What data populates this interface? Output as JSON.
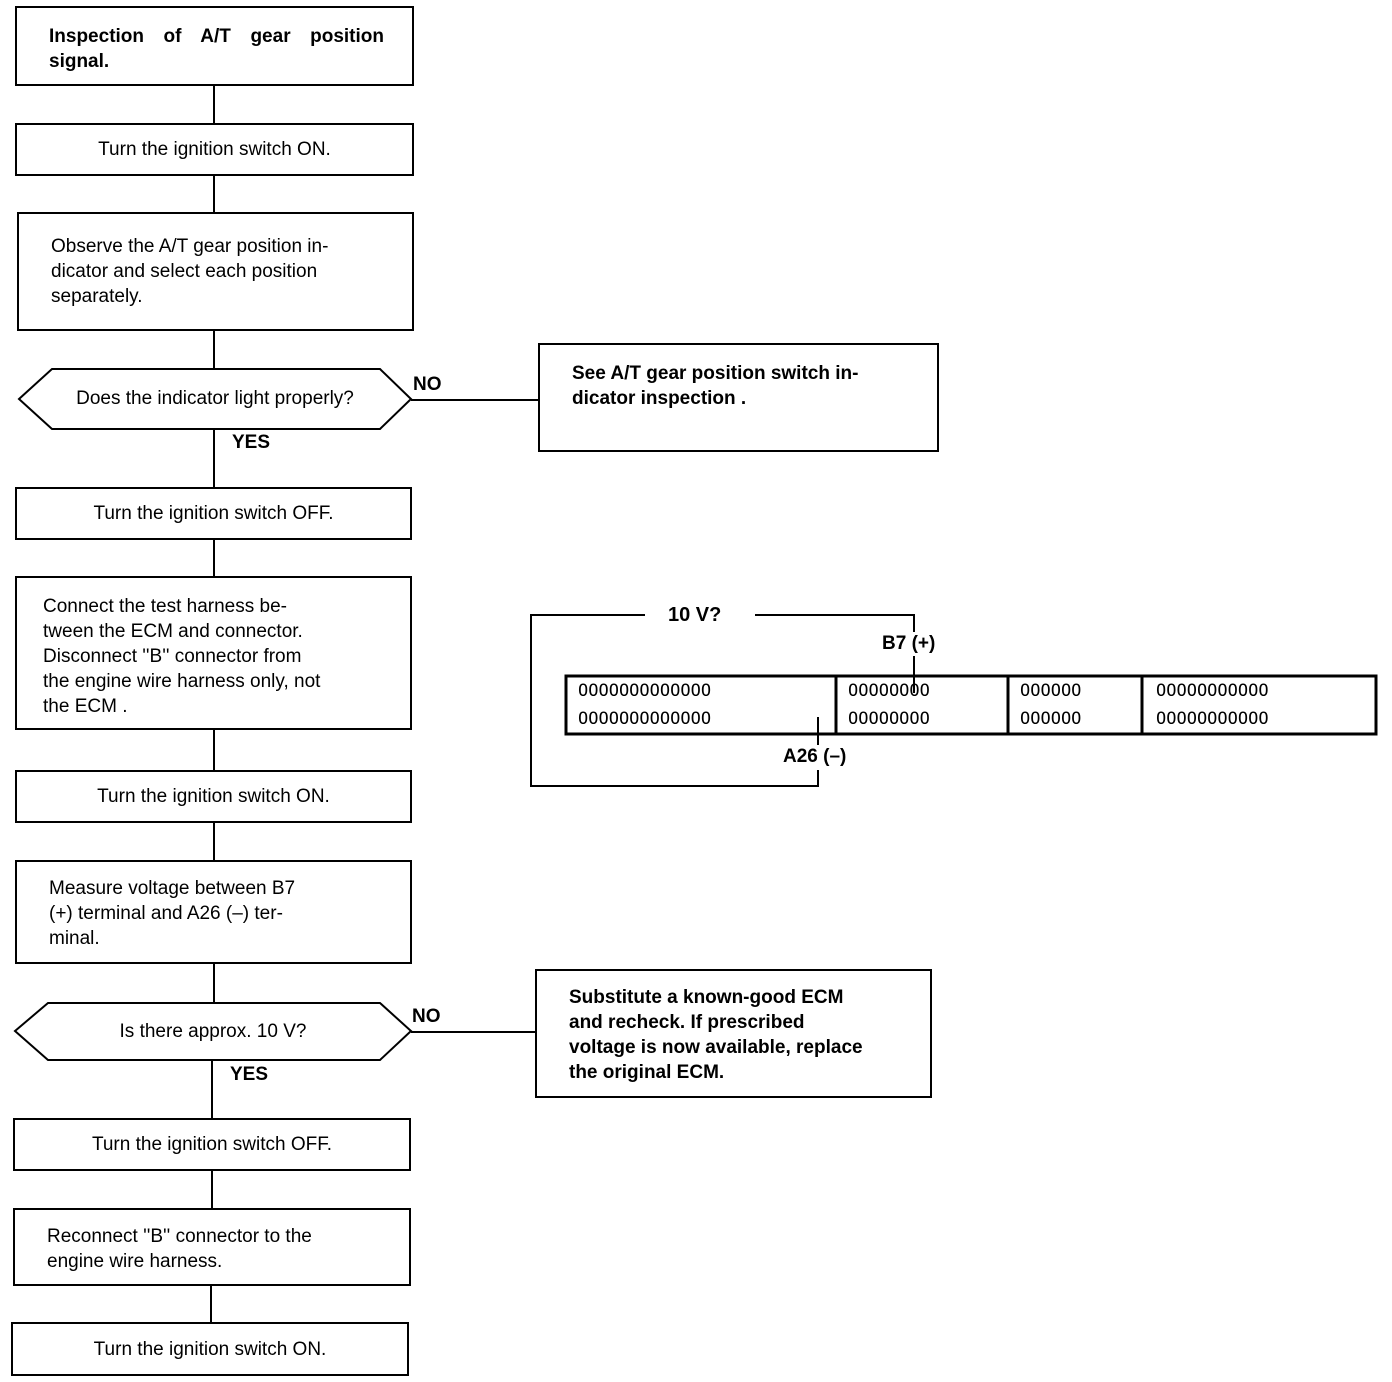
{
  "steps": {
    "s1": "Inspection of A/T gear position signal.",
    "s2": "Turn the ignition switch ON.",
    "s3": "Observe the A/T gear position in-\ndicator and select each position\nseparately.",
    "d1": "Does the indicator light properly?",
    "d1_no_result": "See A/T gear position switch in-\ndicator  inspection .",
    "s4": "Turn the ignition switch OFF.",
    "s5": "Connect  the  test  harness  be-\ntween the ECM and connector.\nDisconnect ''B'' connector from\nthe engine wire harness only, not\nthe ECM .",
    "s6": "Turn the ignition switch ON.",
    "s7": "Measure  voltage  between  B7\n(+)  terminal  and  A26  (–)  ter-\nminal.",
    "d2": "Is there approx. 10 V?",
    "d2_no_result": "Substitute  a  known-good  ECM\nand  recheck.  If  prescribed\nvoltage is now available, replace\nthe original ECM.",
    "s8": "Turn the ignition switch OFF.",
    "s9": "Reconnect ''B'' connector to the\nengine wire harness.",
    "s10": "Turn the ignition switch ON."
  },
  "branch_labels": {
    "no": "NO",
    "yes": "YES"
  },
  "connector": {
    "voltage_label": "10 V?",
    "positive_terminal": "B7 (+)",
    "negative_terminal": "A26 (–)",
    "section_a_row1": "OOOOOOOOOOOOO",
    "section_a_row2": "OOOOOOOOOOOOO",
    "section_b_row1": "OOOOOOOO",
    "section_b_row2": "OOOOOOOO",
    "section_c_row1": "OOOOOO",
    "section_c_row2": "OOOOOO",
    "section_d_row1": "OOOOOOOOOOO",
    "section_d_row2": "OOOOOOOOOOO"
  }
}
